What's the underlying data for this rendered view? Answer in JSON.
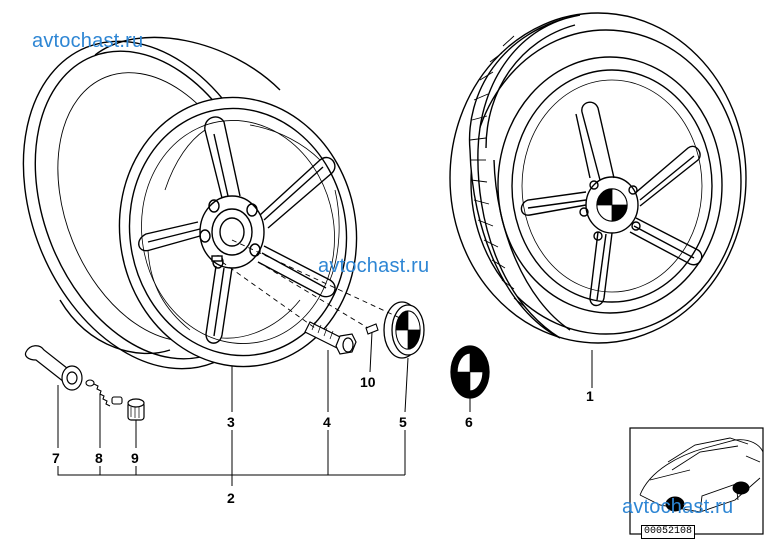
{
  "watermarks": [
    "avtochast.ru",
    "avtochast.ru",
    "avtochast.ru"
  ],
  "callouts": {
    "p1": "1",
    "p2": "2",
    "p3": "3",
    "p4": "4",
    "p5": "5",
    "p6": "6",
    "p7": "7",
    "p8": "8",
    "p9": "9",
    "p10": "10"
  },
  "drawing_id": "00052108",
  "colors": {
    "line": "#000000",
    "watermark": "#2e86d4",
    "background": "#ffffff"
  },
  "icons": {
    "emblem": "roundel-emblem-icon",
    "car": "car-silhouette-icon"
  }
}
